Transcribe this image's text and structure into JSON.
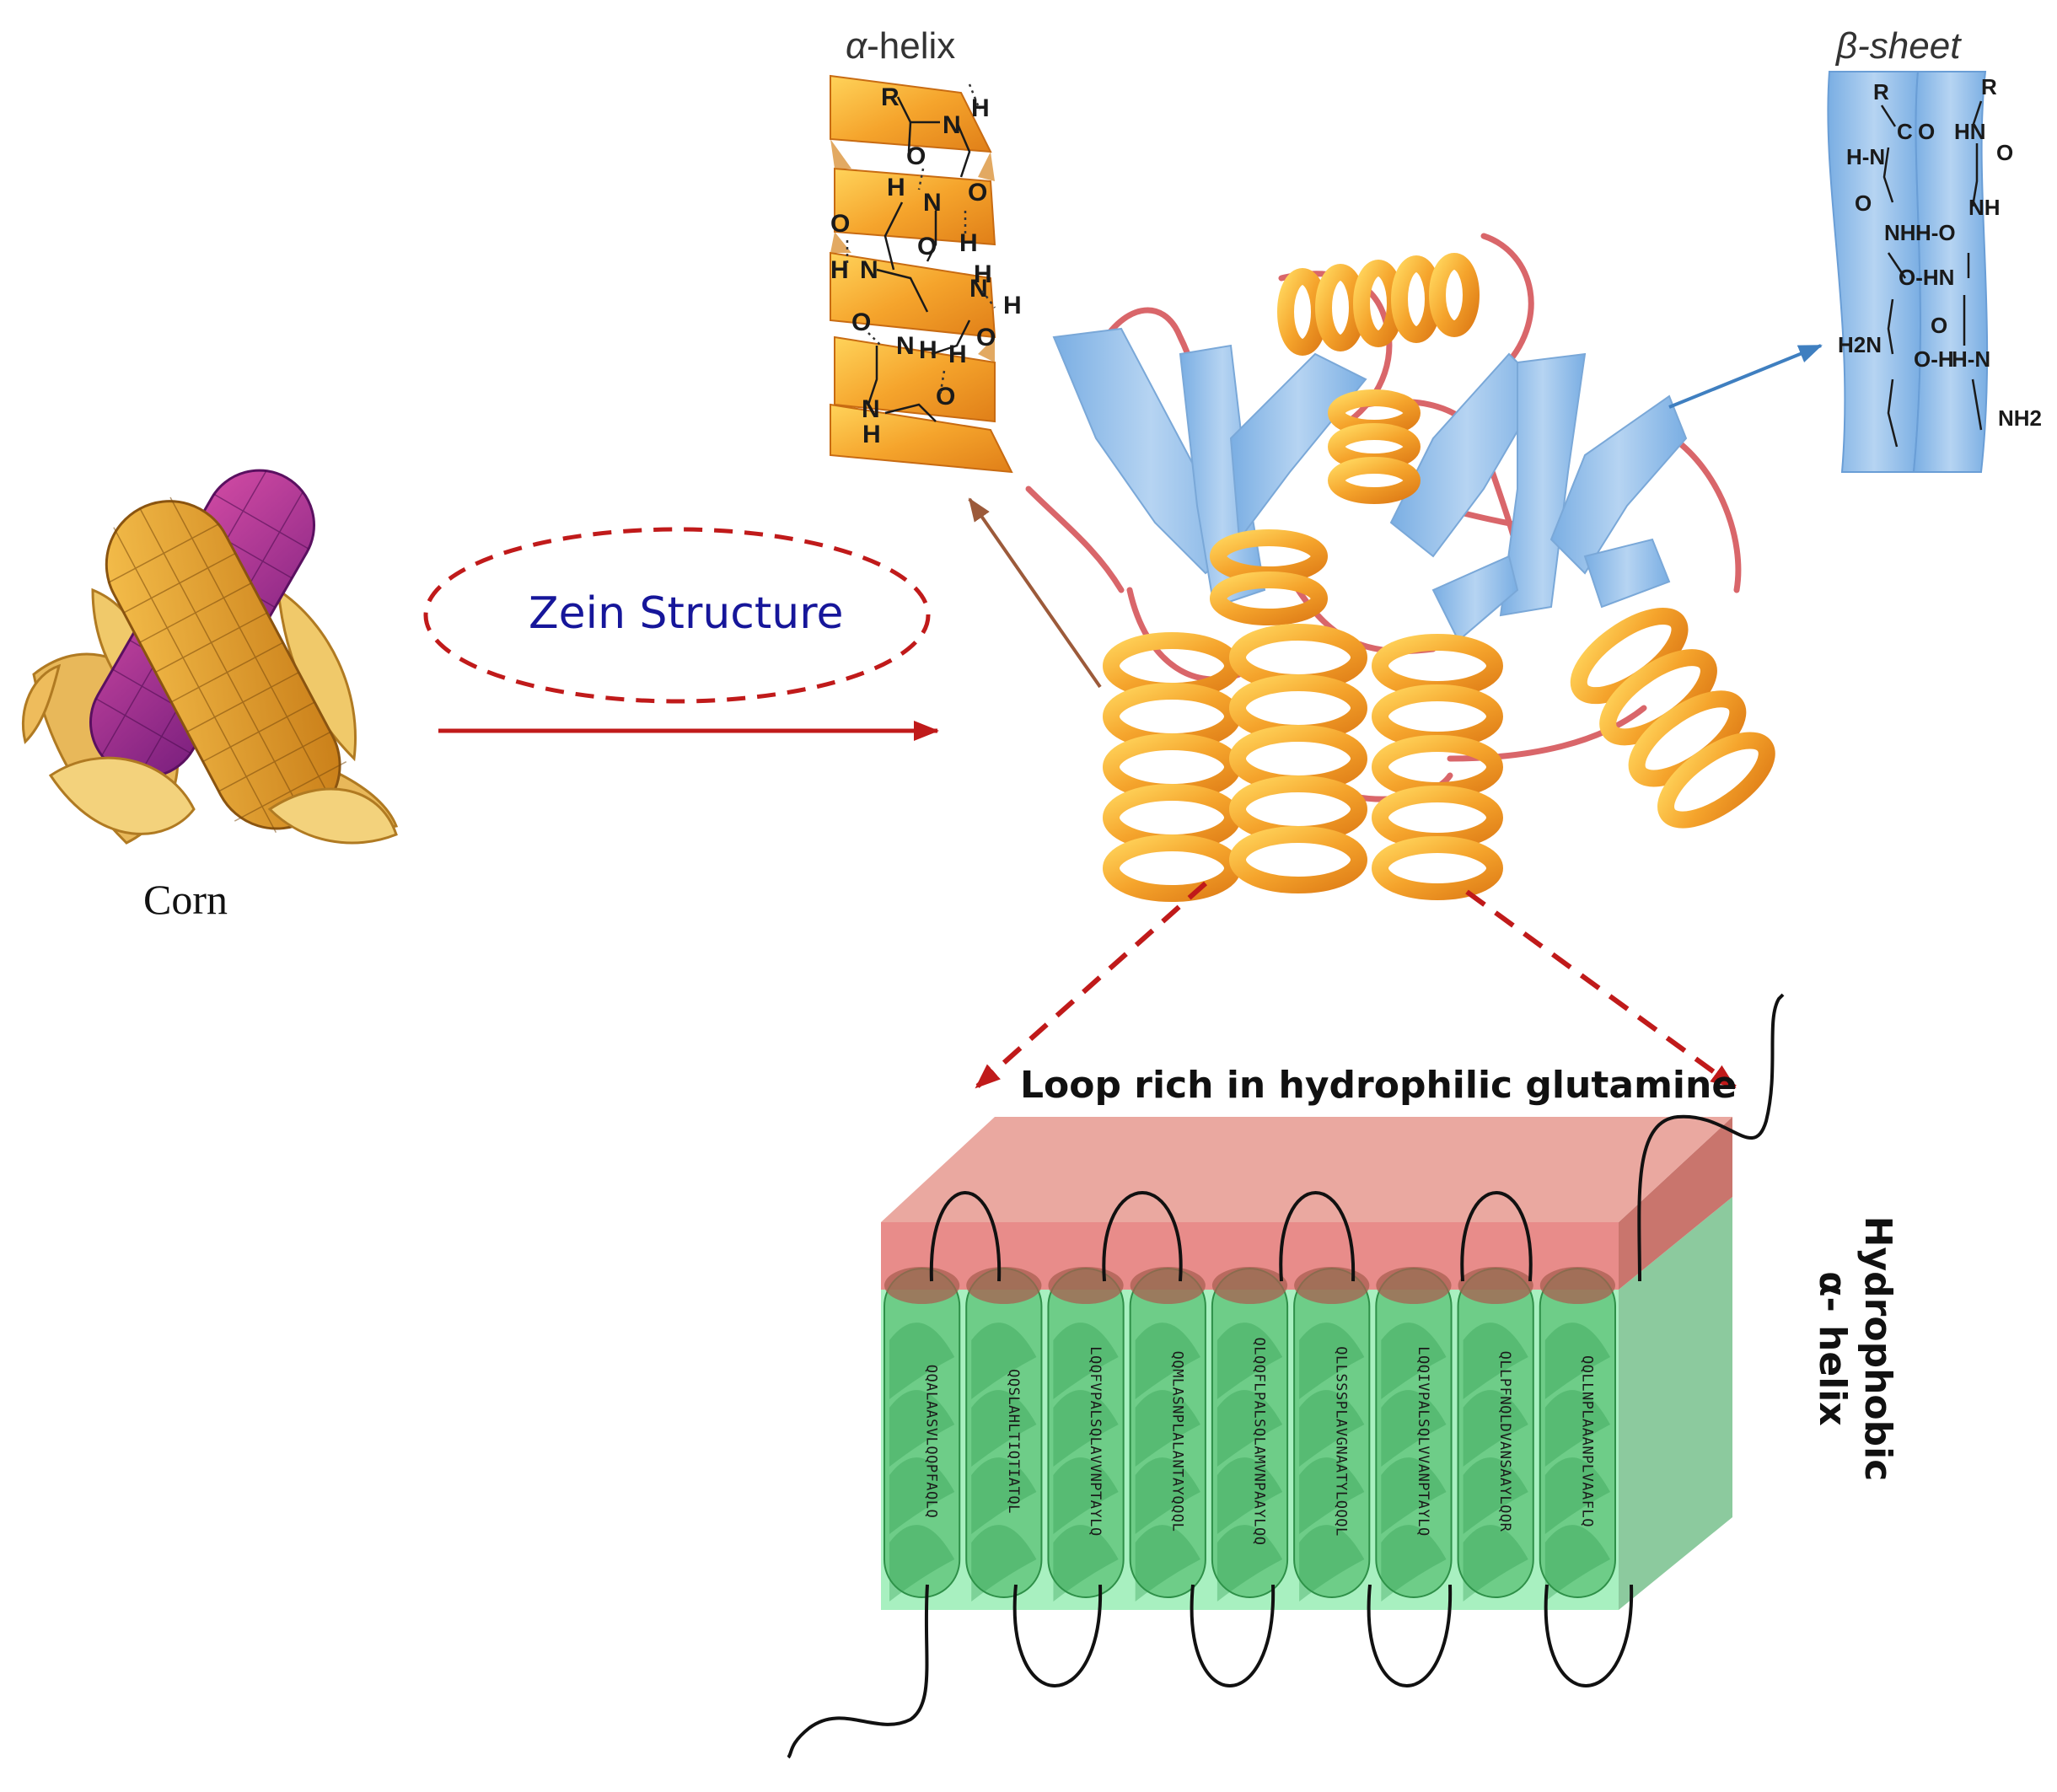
{
  "labels": {
    "corn": "Corn",
    "zein_structure": "Zein Structure",
    "alpha_helix_prefix": "α",
    "alpha_helix_suffix": "-helix",
    "beta_sheet": "β-sheet",
    "loop": "Loop rich in hydrophilic glutamine",
    "hydrophobic_line1": "Hydrophobic",
    "hydrophobic_line2": "α- helix"
  },
  "helix_sequences": [
    "QQALAASVLQQPFAQLQ",
    "QQSLAHLTIQTIATQL",
    "LQQFVPALSQLAVVNPTAYLQ",
    "QQMLASNPLALANTAYQQQL",
    "QLQQFLPALSQLAMVNPAAYLQQ",
    "QLLSSSPLAVGNAATYLQQQL",
    "LQQIVPALSQLVVANPTAYLQ",
    "QLLPFNQLDVANSAAYLQQR",
    "QQLLNPLAAANPLVAAFLQ"
  ],
  "chem_alpha": [
    "R",
    "N",
    "H",
    "O",
    "H",
    "N",
    "O",
    "O",
    "H",
    "O",
    "H",
    "N",
    "H",
    "N",
    "H",
    "O",
    "H",
    "N",
    "H",
    "O",
    "N",
    "H",
    "O"
  ],
  "chem_beta": [
    "R",
    "R",
    "C",
    "O",
    "HN",
    "H-N",
    "O",
    "O",
    "NH",
    "NH",
    "H-O",
    "O-HN",
    "H2N",
    "O-H",
    "H-N",
    "O",
    "NH2"
  ],
  "colors": {
    "helix_orange": "#f2a531",
    "sheet_blue": "#8fbbe6",
    "loop_red": "#d9666a",
    "arrow_red": "#c01a1a",
    "arrow_brown": "#9c5a3a",
    "arrow_blue": "#3f7fc0",
    "zein_text": "#16169a",
    "hydrophobic_green": "#3eb05a",
    "hydrophilic_pink": "#e88c8a"
  }
}
